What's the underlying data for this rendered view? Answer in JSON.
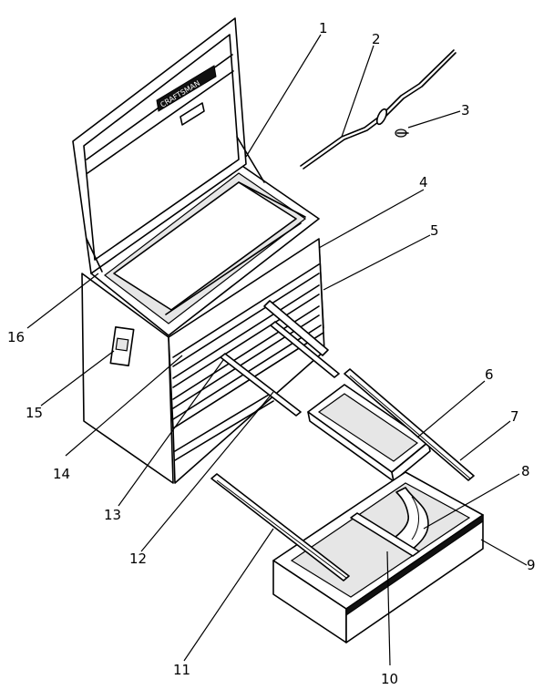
{
  "diagram": {
    "brand_label": "CRAFTSMAN",
    "callouts": [
      "1",
      "2",
      "3",
      "4",
      "5",
      "6",
      "7",
      "8",
      "9",
      "10",
      "11",
      "12",
      "13",
      "14",
      "15",
      "16"
    ]
  }
}
